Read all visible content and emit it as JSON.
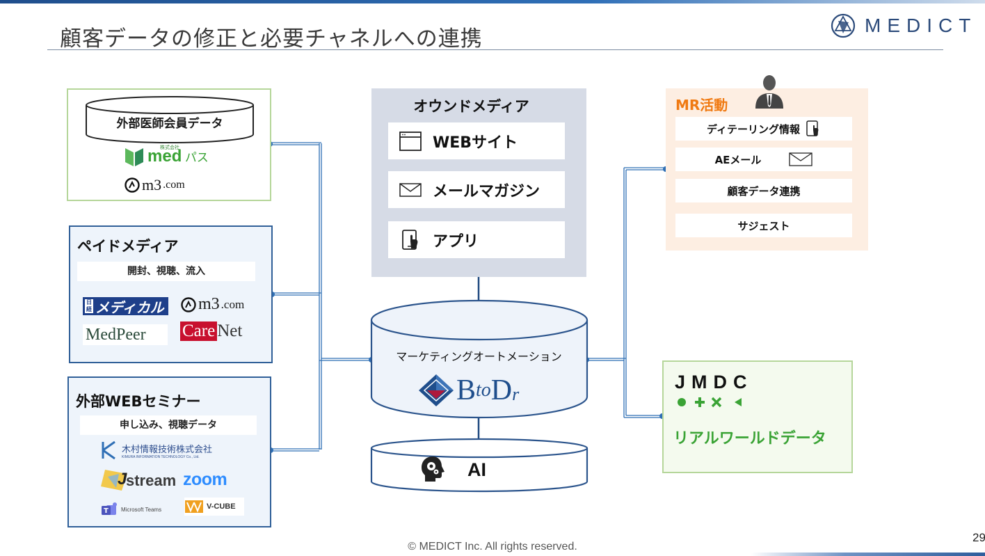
{
  "header": {
    "title": "顧客データの修正と必要チャネルへの連携",
    "brand": "MEDICT"
  },
  "left": {
    "external_members": {
      "db_label": "外部医師会員データ",
      "logo_medpass_small": "株式会社",
      "logo_medpass_main": "med",
      "logo_medpass_kana": "パス",
      "logo_m3": "m3",
      "logo_m3_suffix": ".com"
    },
    "paid_media": {
      "heading": "ペイドメディア",
      "subbar": "開封、視聴、流入",
      "logo_nikkei_kanji": "日経",
      "logo_nikkei": "メディカル",
      "logo_m3": "m3",
      "logo_m3_suffix": ".com",
      "logo_medpeer": "MedPeer",
      "logo_carenet_a": "Care",
      "logo_carenet_b": "Net"
    },
    "web_seminar": {
      "heading": "外部WEBセミナー",
      "subbar": "申し込み、視聴データ",
      "logo_kimura": "木村情報技術株式会社",
      "logo_kimura_en": "KIMURA INFORMATION TECHNOLOGY Co., Ltd.",
      "logo_jstream_j": "J",
      "logo_jstream": "stream",
      "logo_zoom": "zoom",
      "logo_teams": "Microsoft Teams",
      "logo_vcube": "V-CUBE"
    }
  },
  "center": {
    "owned": {
      "heading": "オウンドメディア",
      "items": [
        "WEBサイト",
        "メールマガジン",
        "アプリ"
      ]
    },
    "ma": {
      "label": "マーケティングオートメーション",
      "logo_b": "B",
      "logo_to": "to",
      "logo_d": "D",
      "logo_r": "r"
    },
    "ai": {
      "label": "AI"
    }
  },
  "right": {
    "mr": {
      "heading": "MR活動",
      "items": [
        "ディテーリング情報",
        "AEメール",
        "顧客データ連携",
        "サジェスト"
      ]
    },
    "jmdc": {
      "logo": "JMDC",
      "label": "リアルワールドデータ"
    }
  },
  "footer": {
    "copyright": "© MEDICT Inc.  All rights reserved.",
    "page": "29"
  },
  "colors": {
    "connector": "#2e6fb5",
    "green_border": "#b5d69a",
    "blue_border": "#2f5f98",
    "owned_bg": "#d6dbe6",
    "mr_bg": "#fdeee2",
    "mr_heading": "#f07a12",
    "jmdc_green": "#3aa335"
  }
}
